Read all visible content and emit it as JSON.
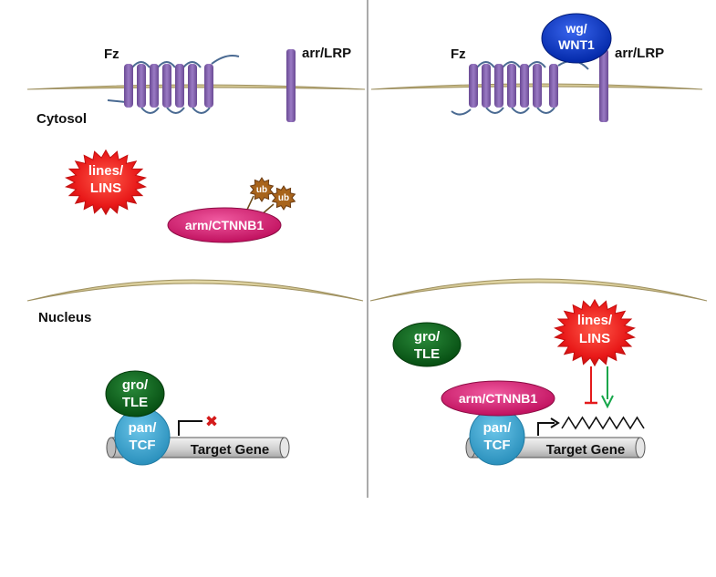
{
  "colors": {
    "membrane_fill": "#cdbf8a",
    "membrane_stroke": "#9e9060",
    "receptor": "#8060a8",
    "receptor_line": "#4a6a92",
    "lines": "#e81818",
    "arm": "#d0186e",
    "ub": "#a8641c",
    "wnt": "#0a37c8",
    "gro": "#0e6a1e",
    "pan": "#3aa6d0",
    "gene": "#d0d0d0",
    "inhibit_red": "#e41a1c",
    "activate_green": "#16a64a",
    "repress_x": "#d41b1b",
    "divider": "#555555"
  },
  "labels": {
    "fz": "Fz",
    "arr_lrp": "arr/LRP",
    "cytosol": "Cytosol",
    "nucleus": "Nucleus",
    "lines_1": "lines/",
    "lines_2": "LINS",
    "arm": "arm/CTNNB1",
    "ub": "ub",
    "wg_1": "wg/",
    "wg_2": "WNT1",
    "gro_1": "gro/",
    "gro_2": "TLE",
    "pan_1": "pan/",
    "pan_2": "TCF",
    "target_gene": "Target Gene",
    "repressed_mark": "✖"
  },
  "icons": {
    "repression": "red-x-icon",
    "activation": "bent-arrow-icon",
    "transcript": "zigzag-mrna-icon"
  }
}
